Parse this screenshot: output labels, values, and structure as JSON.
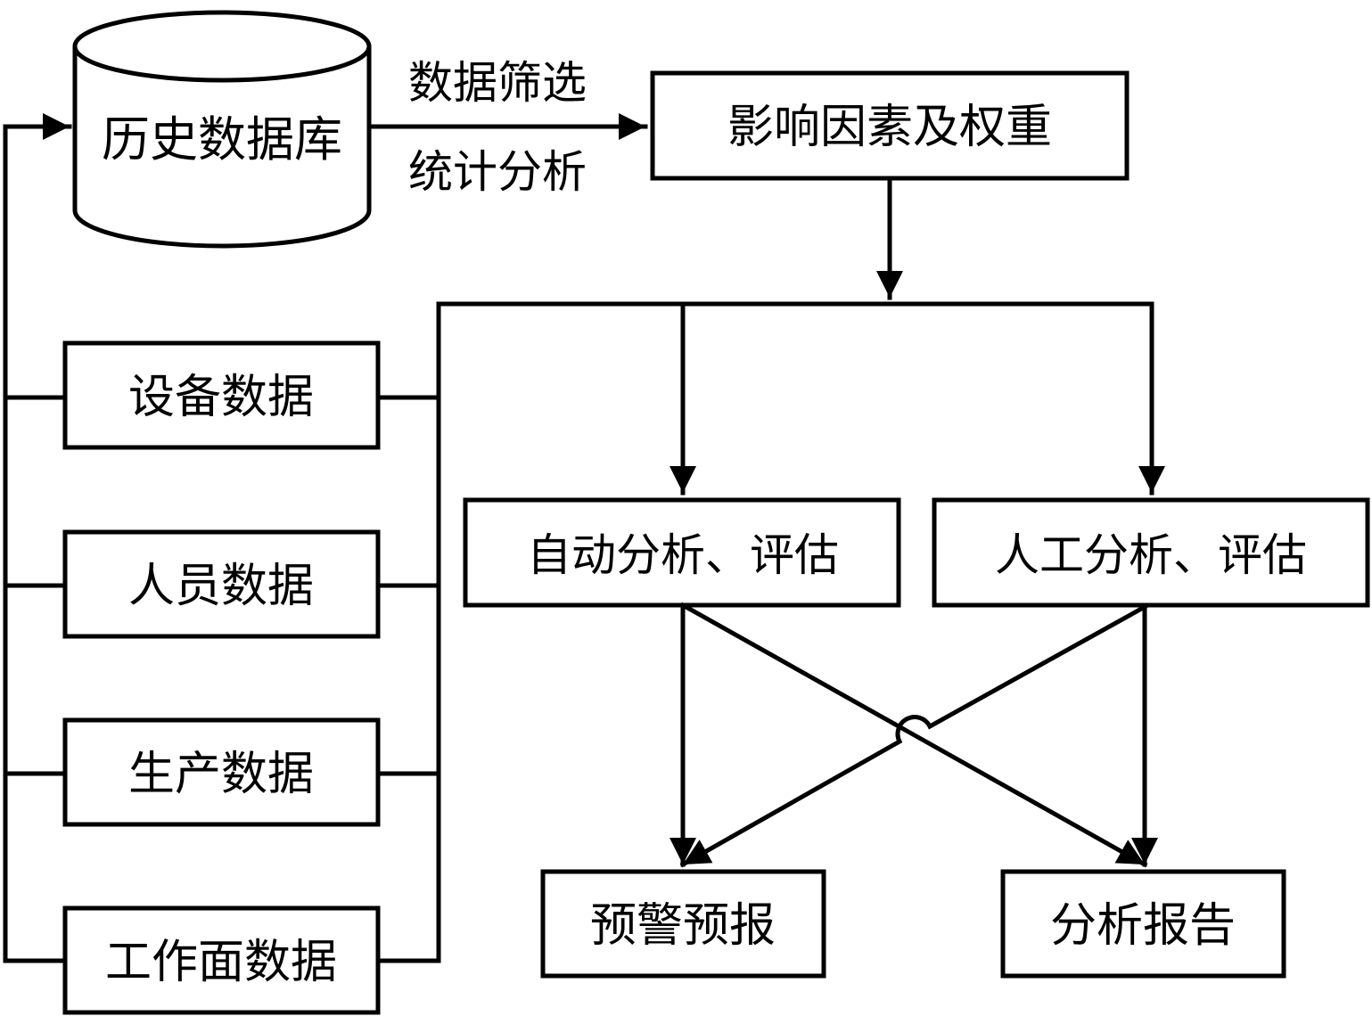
{
  "database": {
    "label": "历史数据库"
  },
  "edge_labels": {
    "filter": "数据筛选",
    "stats": "统计分析"
  },
  "factors": {
    "label": "影响因素及权重"
  },
  "inputs": [
    {
      "label": "设备数据"
    },
    {
      "label": "人员数据"
    },
    {
      "label": "生产数据"
    },
    {
      "label": "工作面数据"
    }
  ],
  "analysis": {
    "auto": "自动分析、评估",
    "manual": "人工分析、评估"
  },
  "outputs": {
    "warning": "预警预报",
    "report": "分析报告"
  },
  "colors": {
    "stroke": "#000000",
    "background": "#ffffff"
  }
}
